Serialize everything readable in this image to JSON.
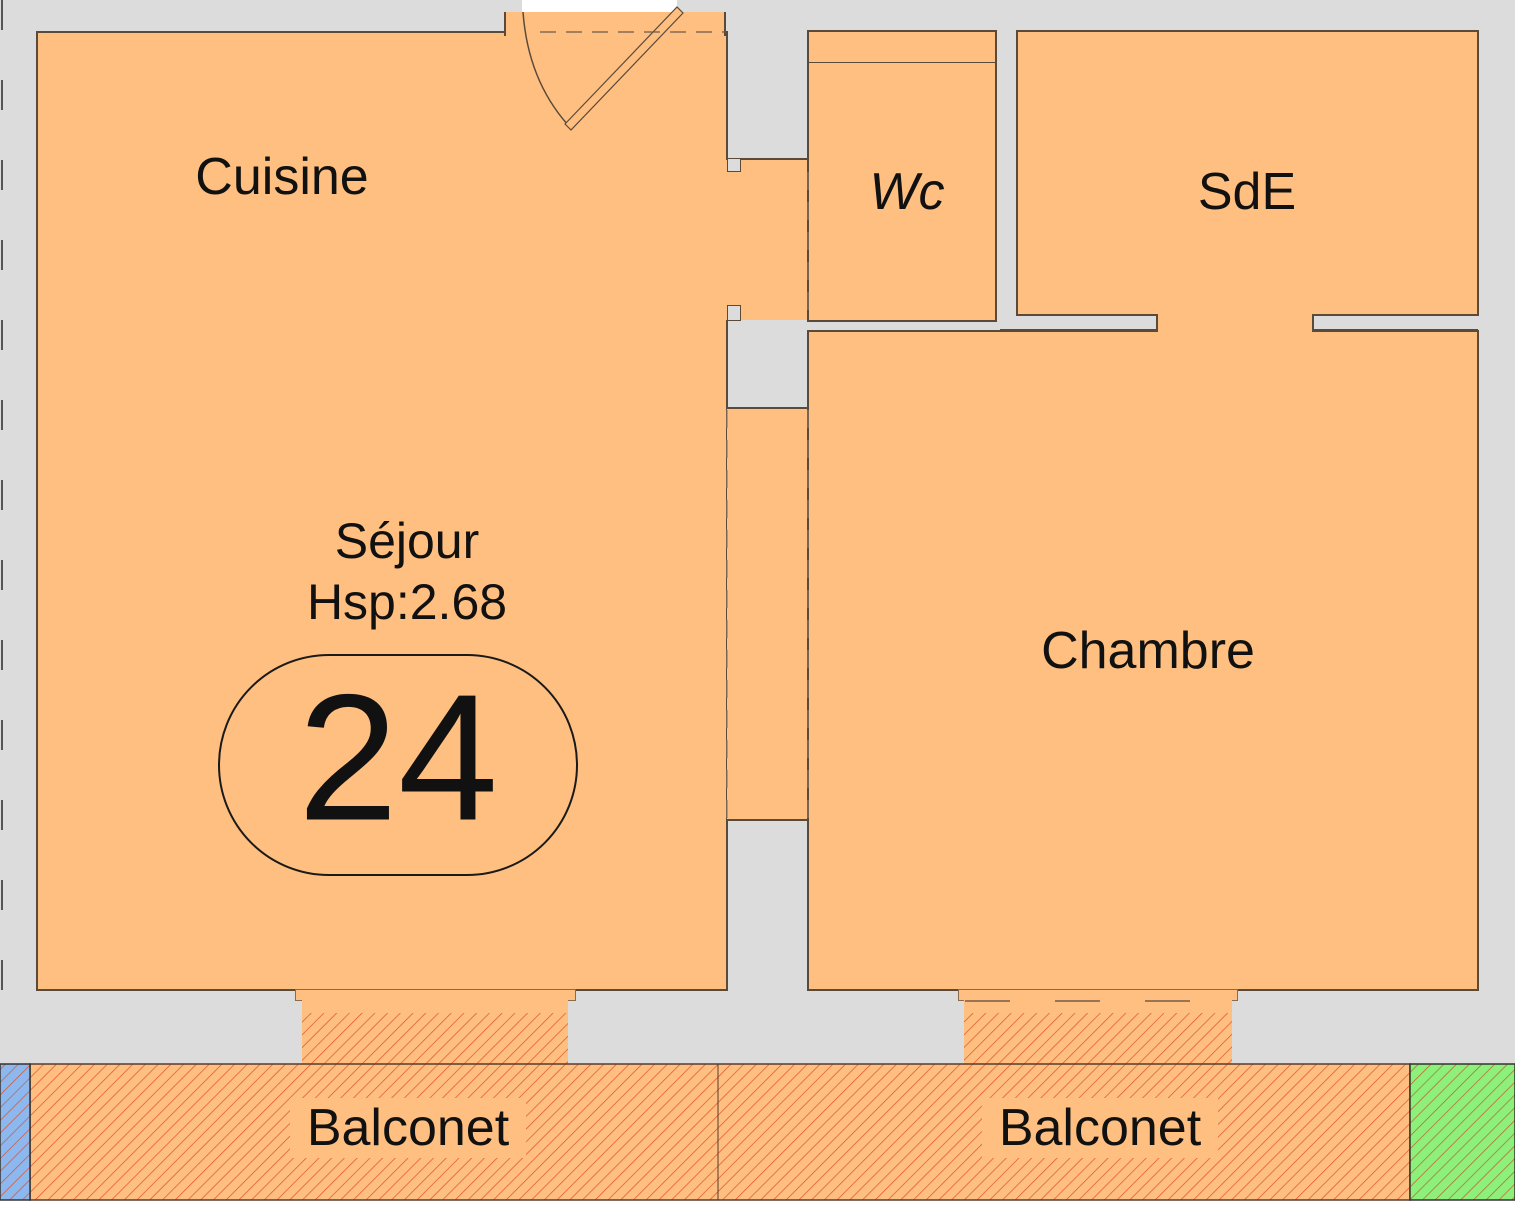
{
  "plan": {
    "lot_number": "24",
    "colors": {
      "room_fill": "#ffbf80",
      "wall_fill": "#dcdcdc",
      "outline": "#5a4a3a",
      "hatch": "#e0502a",
      "blue_area": "#8cb8f0",
      "green_area": "#8cf07a"
    },
    "rooms": [
      {
        "id": "cuisine",
        "label": "Cuisine"
      },
      {
        "id": "sejour",
        "label": "Séjour",
        "height_label": "Hsp:2.68"
      },
      {
        "id": "wc",
        "label": "Wc"
      },
      {
        "id": "sde",
        "label": "SdE"
      },
      {
        "id": "chambre",
        "label": "Chambre"
      },
      {
        "id": "balconet_left",
        "label": "Balconet"
      },
      {
        "id": "balconet_right",
        "label": "Balconet"
      }
    ]
  }
}
